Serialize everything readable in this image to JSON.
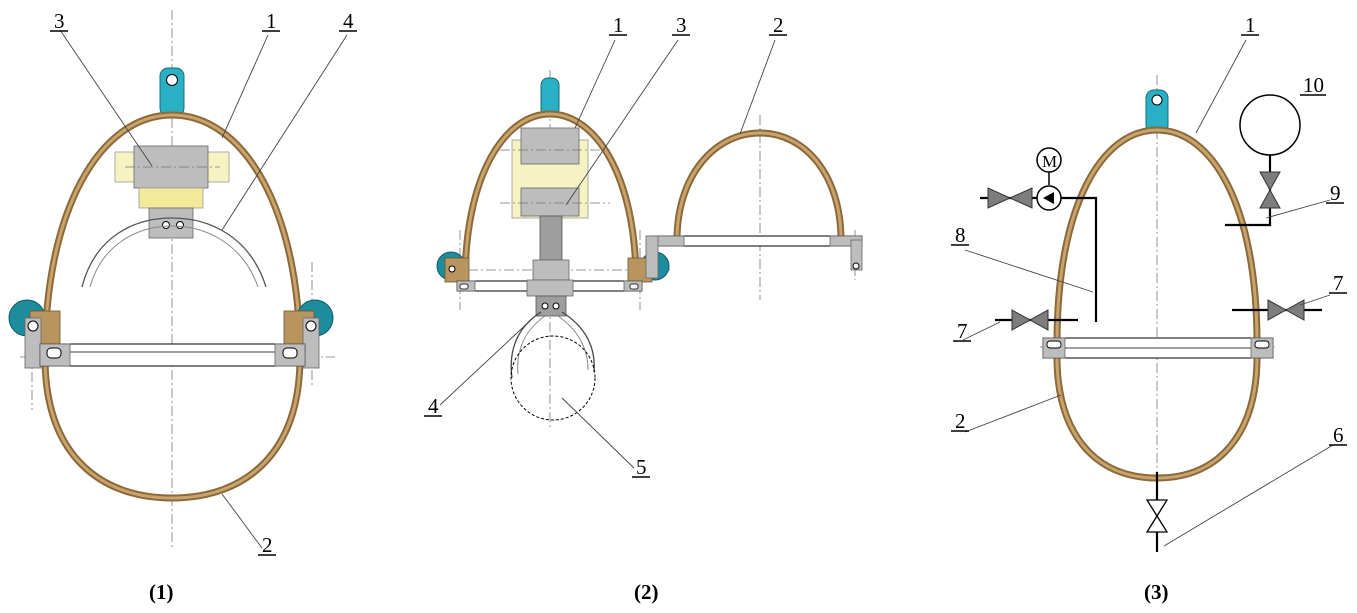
{
  "colors": {
    "shell": "#8a6a3a",
    "shell_light": "#c9a36b",
    "eye": "#2ab0c5",
    "wheel": "#1d8c9c",
    "metal": "#bdbdbd",
    "pad": "#f7f2c2",
    "yellow": "#f2ea9a"
  },
  "captions": {
    "fig1": "(1)",
    "fig2": "(2)",
    "fig3": "(3)"
  },
  "fig1_labels": {
    "l3": "3",
    "l1": "1",
    "l4": "4",
    "l2": "2"
  },
  "fig2_labels": {
    "l1": "1",
    "l3": "3",
    "l2": "2",
    "l4": "4",
    "l5": "5"
  },
  "fig3_labels": {
    "l1": "1",
    "l10": "10",
    "l9": "9",
    "l8": "8",
    "l7a": "7",
    "l7b": "7",
    "l2": "2",
    "l6": "6",
    "motor": "M"
  }
}
